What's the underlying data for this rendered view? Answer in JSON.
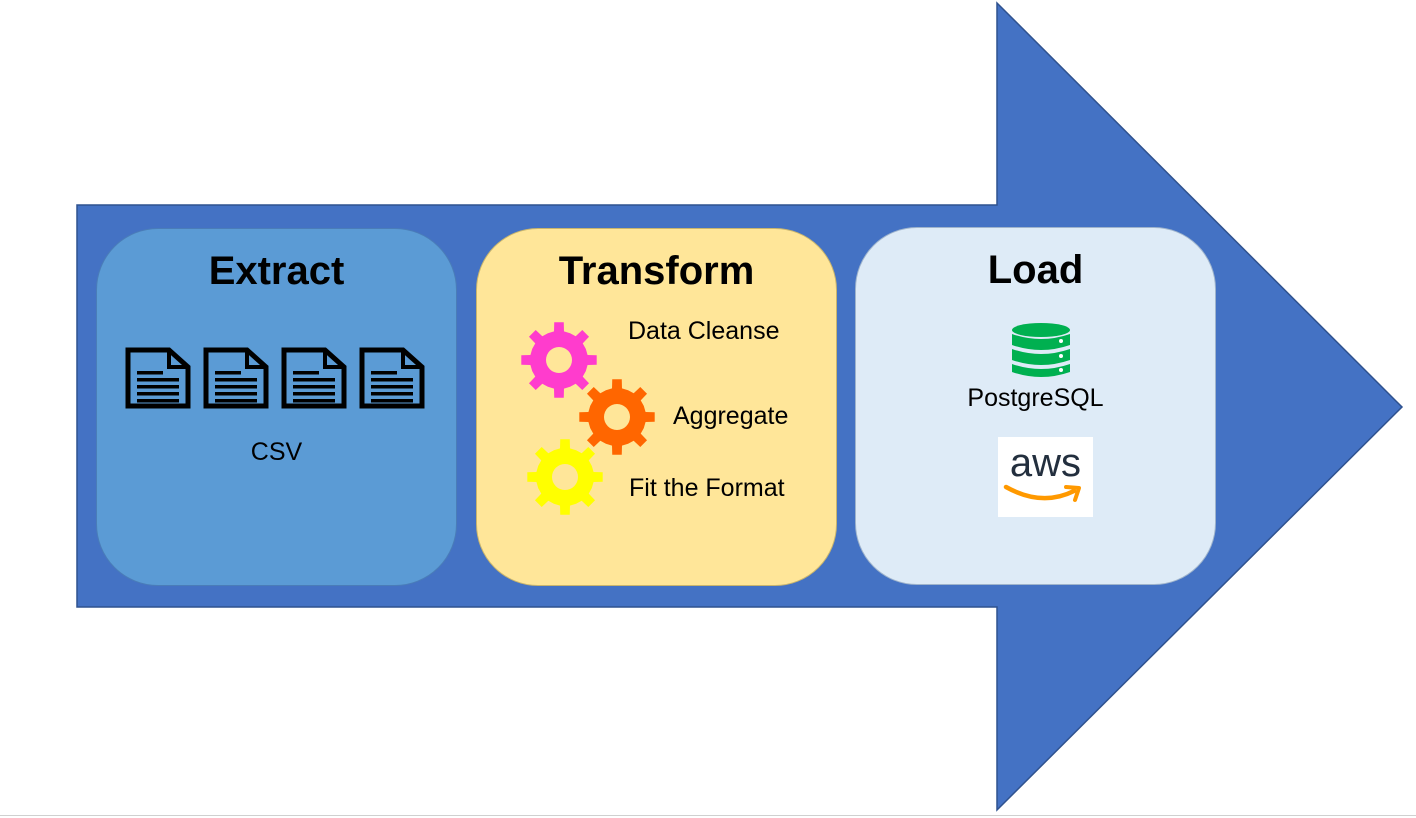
{
  "colors": {
    "arrow": "#4472c4",
    "extract_panel": "#5b9bd5",
    "transform_panel": "#ffe699",
    "load_panel": "#deebf7",
    "gear_pink": "#ff3ccd",
    "gear_orange": "#ff6600",
    "gear_yellow": "#ffff00",
    "database": "#00b050",
    "aws_orange": "#ff9900"
  },
  "extract": {
    "title": "Extract",
    "icons": [
      "file-icon",
      "file-icon",
      "file-icon",
      "file-icon"
    ],
    "caption": "CSV"
  },
  "transform": {
    "title": "Transform",
    "steps": [
      {
        "label": "Data Cleanse",
        "icon": "gear-icon",
        "color": "#ff3ccd"
      },
      {
        "label": "Aggregate",
        "icon": "gear-icon",
        "color": "#ff6600"
      },
      {
        "label": "Fit the Format",
        "icon": "gear-icon",
        "color": "#ffff00"
      }
    ]
  },
  "load": {
    "title": "Load",
    "database_label": "PostgreSQL",
    "database_icon": "database-icon",
    "cloud_logo_text": "aws",
    "cloud_icon": "aws-logo"
  }
}
